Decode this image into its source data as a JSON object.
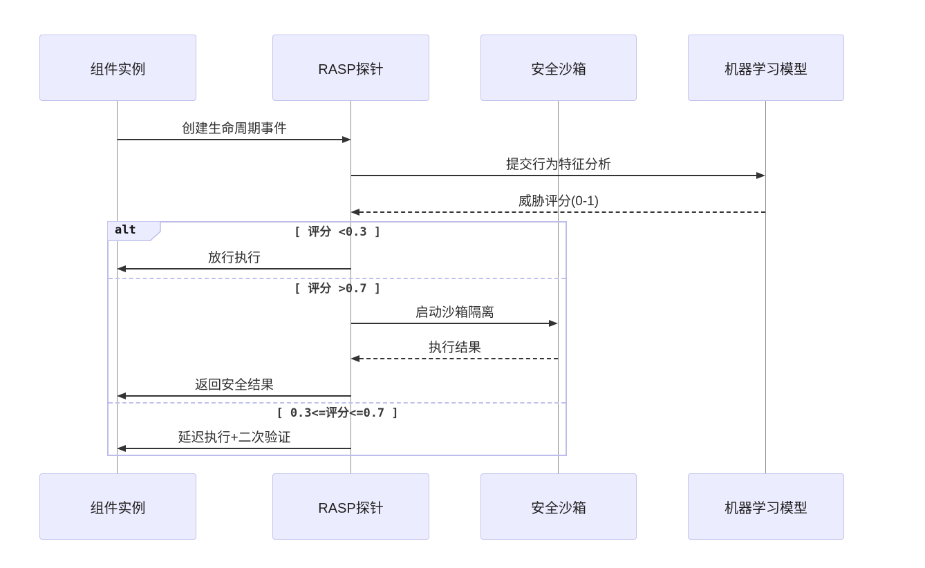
{
  "diagram": {
    "type": "sequence",
    "actors": [
      {
        "id": "component-instance",
        "label": "组件实例"
      },
      {
        "id": "rasp-probe",
        "label": "RASP探针"
      },
      {
        "id": "security-sandbox",
        "label": "安全沙箱"
      },
      {
        "id": "ml-model",
        "label": "机器学习模型"
      }
    ],
    "messages": [
      {
        "from": "组件实例",
        "to": "RASP探针",
        "label": "创建生命周期事件",
        "line": "solid"
      },
      {
        "from": "RASP探针",
        "to": "机器学习模型",
        "label": "提交行为特征分析",
        "line": "solid"
      },
      {
        "from": "机器学习模型",
        "to": "RASP探针",
        "label": "威胁评分(0-1)",
        "line": "dashed"
      }
    ],
    "alt_block": {
      "keyword": "alt",
      "branches": [
        {
          "condition": "[ 评分 <0.3 ]",
          "messages": [
            {
              "from": "RASP探针",
              "to": "组件实例",
              "label": "放行执行",
              "line": "solid"
            }
          ]
        },
        {
          "condition": "[ 评分 >0.7 ]",
          "messages": [
            {
              "from": "RASP探针",
              "to": "安全沙箱",
              "label": "启动沙箱隔离",
              "line": "solid"
            },
            {
              "from": "安全沙箱",
              "to": "RASP探针",
              "label": "执行结果",
              "line": "dashed"
            },
            {
              "from": "RASP探针",
              "to": "组件实例",
              "label": "返回安全结果",
              "line": "solid"
            }
          ]
        },
        {
          "condition": "[ 0.3<=评分<=0.7 ]",
          "messages": [
            {
              "from": "RASP探针",
              "to": "组件实例",
              "label": "延迟执行+二次验证",
              "line": "solid"
            }
          ]
        }
      ]
    },
    "colors": {
      "actor_fill": "#ECECFF",
      "actor_border": "#c3c3ee",
      "frame_border": "#bdbdec",
      "message_line": "#333333",
      "lifeline": "#8c8c8c",
      "text": "#2e2e2e"
    }
  }
}
